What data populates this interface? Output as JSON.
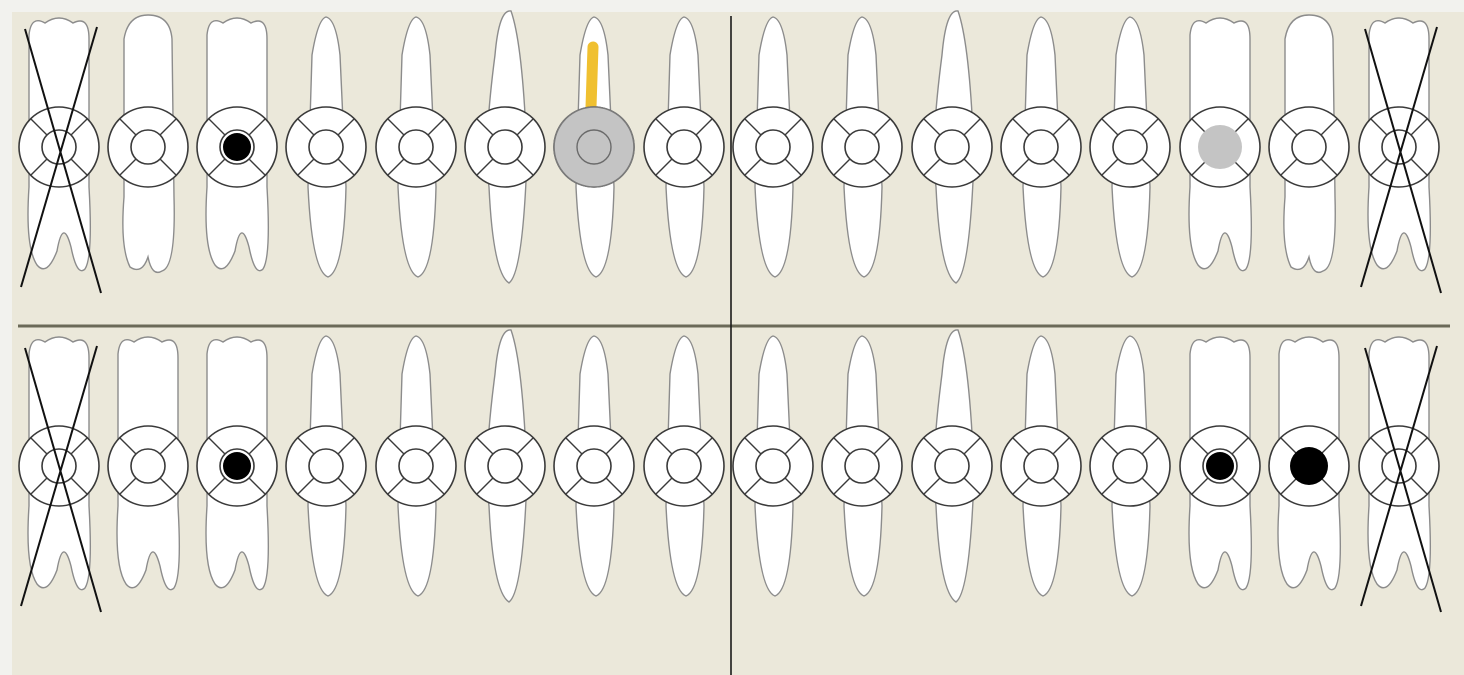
{
  "chart": {
    "background": "#ebe8da",
    "divider_color": "#6b6a58",
    "vertical_divider_color": "#1a1a1a"
  },
  "colors": {
    "caries": "#000000",
    "filling": "#c4c4c4",
    "root_canal": "#f0c030",
    "missing_mark": "#111111"
  },
  "arches": {
    "upper": [
      {
        "status": "missing",
        "root": "molar"
      },
      {
        "status": "normal",
        "root": "premolar-split"
      },
      {
        "status": "caries",
        "root": "molar"
      },
      {
        "status": "normal",
        "root": "single"
      },
      {
        "status": "normal",
        "root": "single"
      },
      {
        "status": "normal",
        "root": "canine"
      },
      {
        "status": "filled-root-canal",
        "root": "single"
      },
      {
        "status": "normal",
        "root": "single"
      },
      {
        "status": "normal",
        "root": "single"
      },
      {
        "status": "normal",
        "root": "single"
      },
      {
        "status": "normal",
        "root": "canine"
      },
      {
        "status": "normal",
        "root": "single"
      },
      {
        "status": "normal",
        "root": "single"
      },
      {
        "status": "filled",
        "root": "molar"
      },
      {
        "status": "normal",
        "root": "premolar-split"
      },
      {
        "status": "missing",
        "root": "molar"
      }
    ],
    "lower": [
      {
        "status": "missing",
        "root": "molar"
      },
      {
        "status": "normal",
        "root": "molar"
      },
      {
        "status": "caries",
        "root": "molar"
      },
      {
        "status": "normal",
        "root": "single"
      },
      {
        "status": "normal",
        "root": "single"
      },
      {
        "status": "normal",
        "root": "canine"
      },
      {
        "status": "normal",
        "root": "single"
      },
      {
        "status": "normal",
        "root": "single"
      },
      {
        "status": "normal",
        "root": "single"
      },
      {
        "status": "normal",
        "root": "single"
      },
      {
        "status": "normal",
        "root": "canine"
      },
      {
        "status": "normal",
        "root": "single"
      },
      {
        "status": "normal",
        "root": "single"
      },
      {
        "status": "caries",
        "root": "molar"
      },
      {
        "status": "caries-large",
        "root": "molar"
      },
      {
        "status": "missing",
        "root": "molar"
      }
    ]
  }
}
